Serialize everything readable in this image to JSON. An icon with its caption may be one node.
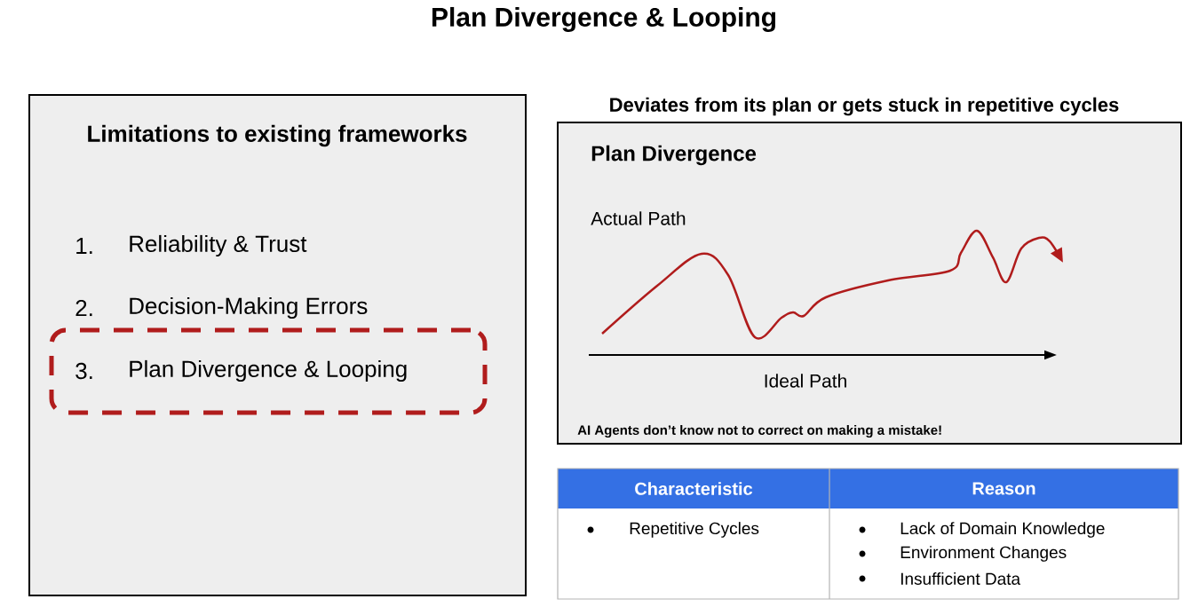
{
  "diagram": {
    "title": "Plan Divergence & Looping",
    "nodes": [
      {
        "text": [
          "Limitations to existing frameworks",
          "1.",
          "Reliability & Trust",
          "2.",
          "Decision-Making Errors"
        ]
      },
      {
        "text": [
          "3.",
          "Plan Divergence & Looping"
        ],
        "in": 0
      },
      {
        "text": [
          "Deviates from its plan or gets stuck in repetitive cycles",
          "Plan Divergence",
          "Actual Path",
          "Ideal Path",
          "AI Agents don’t know not to correct on making a mistake!"
        ]
      }
    ],
    "edges": [],
    "labels": [
      "Characteristic",
      "Reason",
      "Repetitive Cycles",
      "Lack of Domain Knowledge",
      "Environment Changes",
      "Insufficient Data"
    ]
  }
}
